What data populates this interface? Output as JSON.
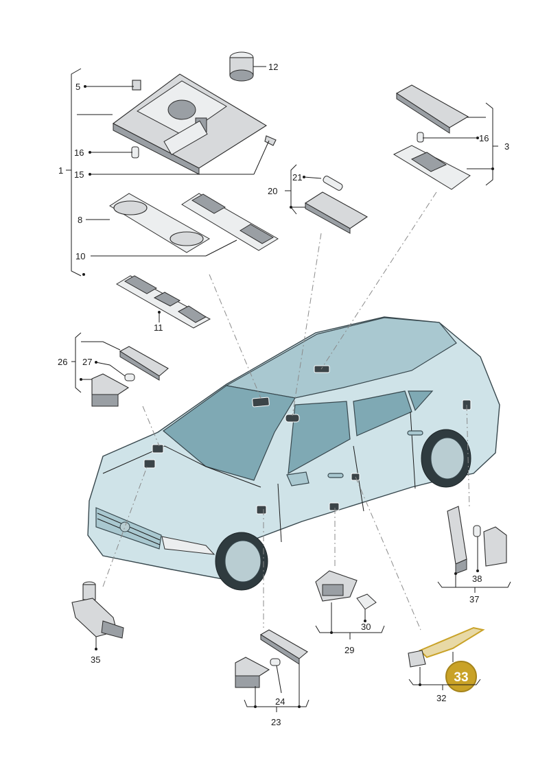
{
  "diagram": {
    "callouts": {
      "c1": "1",
      "c3": "3",
      "c5": "5",
      "c8": "8",
      "c10": "10",
      "c11": "11",
      "c12": "12",
      "c15": "15",
      "c16a": "16",
      "c16b": "16",
      "c20": "20",
      "c21": "21",
      "c23": "23",
      "c24": "24",
      "c26": "26",
      "c27": "27",
      "c29": "29",
      "c30": "30",
      "c32": "32",
      "c35": "35",
      "c37": "37",
      "c38": "38"
    },
    "highlight_badge": {
      "label": "33",
      "fill": "#c9a227",
      "stroke": "#a5841c"
    }
  }
}
